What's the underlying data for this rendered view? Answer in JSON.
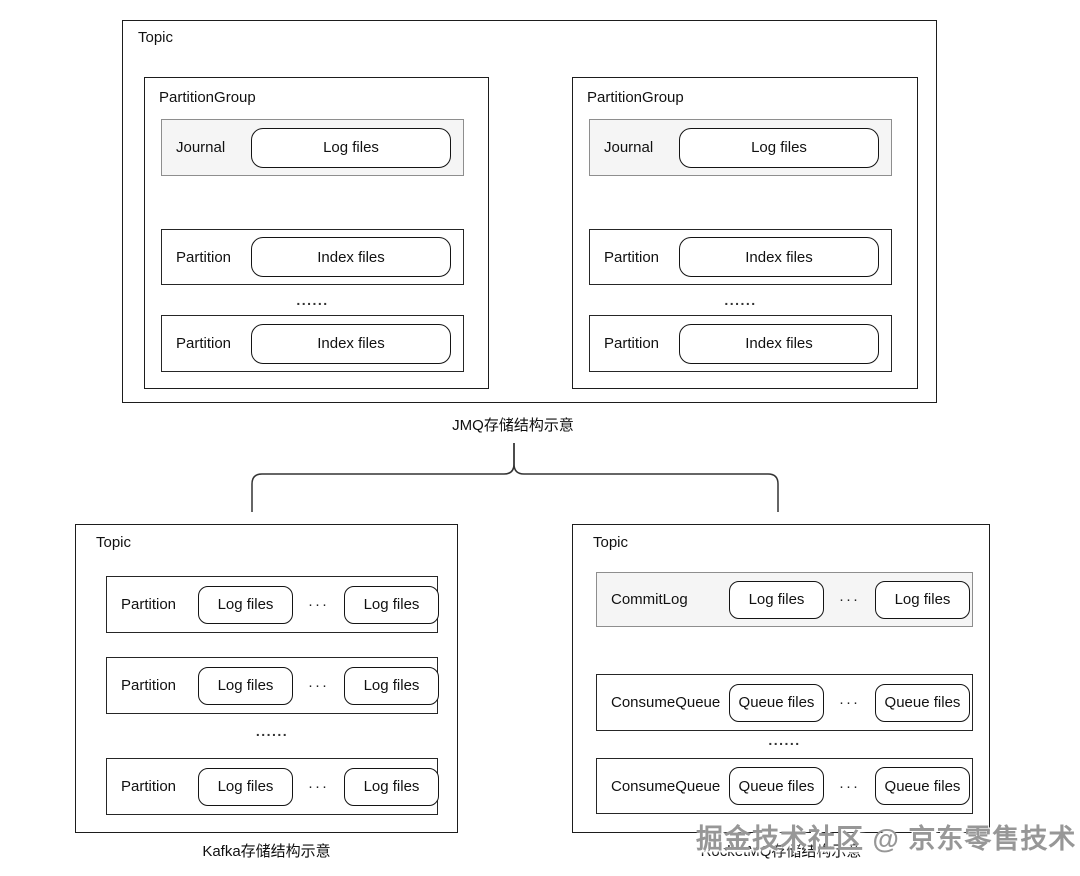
{
  "jmq": {
    "topic_label": "Topic",
    "caption": "JMQ存储结构示意",
    "groups": [
      {
        "label": "PartitionGroup",
        "journal_label": "Journal",
        "journal_file": "Log files",
        "partition1_label": "Partition",
        "partition1_file": "Index files",
        "ellipsis": "......",
        "partition2_label": "Partition",
        "partition2_file": "Index files"
      },
      {
        "label": "PartitionGroup",
        "journal_label": "Journal",
        "journal_file": "Log files",
        "partition1_label": "Partition",
        "partition1_file": "Index files",
        "ellipsis": "......",
        "partition2_label": "Partition",
        "partition2_file": "Index files"
      }
    ]
  },
  "kafka": {
    "topic_label": "Topic",
    "caption": "Kafka存储结构示意",
    "ellipsis": "......",
    "rows": [
      {
        "label": "Partition",
        "file1": "Log files",
        "dots": "···",
        "file2": "Log files"
      },
      {
        "label": "Partition",
        "file1": "Log files",
        "dots": "···",
        "file2": "Log files"
      },
      {
        "label": "Partition",
        "file1": "Log files",
        "dots": "···",
        "file2": "Log files"
      }
    ]
  },
  "rocketmq": {
    "topic_label": "Topic",
    "caption": "RocketMQ存储结构示意",
    "ellipsis": "......",
    "commitlog": {
      "label": "CommitLog",
      "file1": "Log files",
      "dots": "···",
      "file2": "Log files"
    },
    "queues": [
      {
        "label": "ConsumeQueue",
        "file1": "Queue files",
        "dots": "···",
        "file2": "Queue files"
      },
      {
        "label": "ConsumeQueue",
        "file1": "Queue files",
        "dots": "···",
        "file2": "Queue files"
      }
    ]
  },
  "watermark": "掘金技术社区 @ 京东零售技术",
  "colors": {
    "border_dark": "#1d1d1d",
    "shaded_row_bg": "#f5f5f5",
    "shaded_row_border": "#8e8e8e",
    "watermark_gray": "#979797"
  }
}
